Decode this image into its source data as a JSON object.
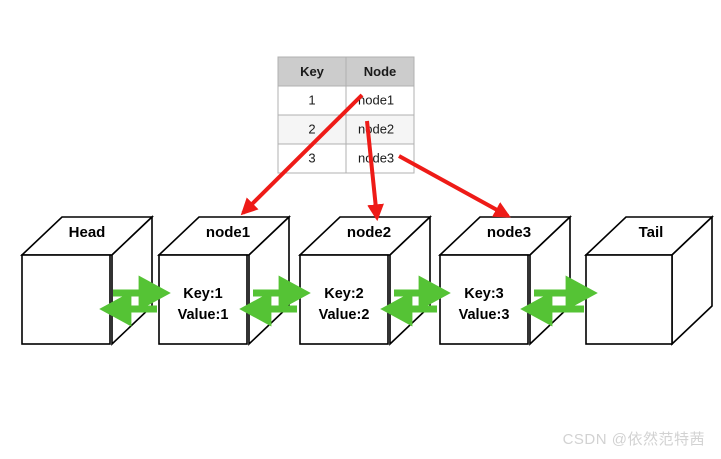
{
  "diagram": {
    "title": "doubly-linked-list-with-hash-map",
    "background_color": "#ffffff"
  },
  "table": {
    "headers": [
      "Key",
      "Node"
    ],
    "rows": [
      {
        "key": "1",
        "node": "node1"
      },
      {
        "key": "2",
        "node": "node2"
      },
      {
        "key": "3",
        "node": "node3"
      }
    ],
    "header_bg": "#cccccc",
    "alt_row_bg": "#f5f5f5",
    "border_color": "#b0b0b0"
  },
  "list": {
    "head_label": "Head",
    "tail_label": "Tail",
    "nodes": [
      {
        "name": "node1",
        "key_line": "Key:1",
        "value_line": "Value:1"
      },
      {
        "name": "node2",
        "key_line": "Key:2",
        "value_line": "Value:2"
      },
      {
        "name": "node3",
        "key_line": "Key:3",
        "value_line": "Value:3"
      }
    ]
  },
  "colors": {
    "link_arrow": "#55c335",
    "pointer_arrow": "#ee1b17",
    "cube_stroke": "#000000"
  },
  "watermark": {
    "text": "CSDN @依然范特茜"
  }
}
